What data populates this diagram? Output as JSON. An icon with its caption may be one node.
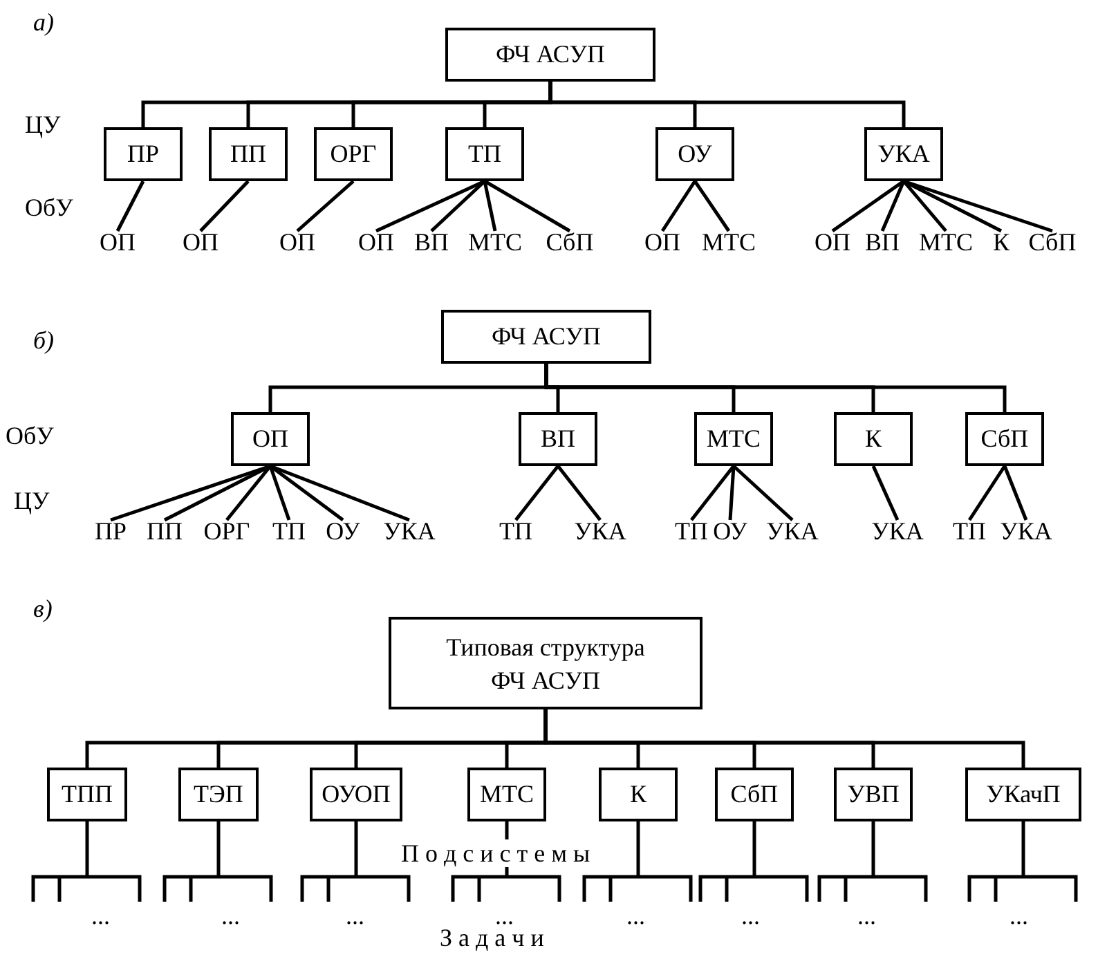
{
  "diagram": {
    "nodes": [
      {
        "text": [
          "ФЧ АСУП"
        ]
      },
      {
        "text": [
          "ПР"
        ]
      },
      {
        "text": [
          "ПП"
        ]
      },
      {
        "text": [
          "ОРГ"
        ]
      },
      {
        "text": [
          "ТП"
        ]
      },
      {
        "text": [
          "ОУ"
        ]
      },
      {
        "text": [
          "УКА"
        ]
      },
      {
        "text": [
          "ОП"
        ]
      },
      {
        "text": [
          "ОП"
        ]
      },
      {
        "text": [
          "ОП"
        ]
      },
      {
        "text": [
          "ОП"
        ]
      },
      {
        "text": [
          "ВП"
        ]
      },
      {
        "text": [
          "МТС"
        ]
      },
      {
        "text": [
          "СбП"
        ]
      },
      {
        "text": [
          "ОП"
        ]
      },
      {
        "text": [
          "МТС"
        ]
      },
      {
        "text": [
          "ОП"
        ]
      },
      {
        "text": [
          "ВП"
        ]
      },
      {
        "text": [
          "МТС"
        ]
      },
      {
        "text": [
          "К"
        ]
      },
      {
        "text": [
          "СбП"
        ]
      },
      {
        "text": [
          "ФЧ АСУП"
        ]
      },
      {
        "text": [
          "ОП"
        ]
      },
      {
        "text": [
          "ВП"
        ]
      },
      {
        "text": [
          "МТС"
        ]
      },
      {
        "text": [
          "К"
        ]
      },
      {
        "text": [
          "СбП"
        ]
      },
      {
        "text": [
          "ПР"
        ]
      },
      {
        "text": [
          "ПП"
        ]
      },
      {
        "text": [
          "ОРГ"
        ]
      },
      {
        "text": [
          "ТП"
        ]
      },
      {
        "text": [
          "ОУ"
        ]
      },
      {
        "text": [
          "УКА"
        ]
      },
      {
        "text": [
          "ТП"
        ]
      },
      {
        "text": [
          "УКА"
        ]
      },
      {
        "text": [
          "ТП"
        ]
      },
      {
        "text": [
          "ОУ"
        ]
      },
      {
        "text": [
          "УКА"
        ]
      },
      {
        "text": [
          "УКА"
        ]
      },
      {
        "text": [
          "ТП"
        ]
      },
      {
        "text": [
          "УКА"
        ]
      },
      {
        "text": [
          "Типовая структура ФЧ АСУП"
        ]
      },
      {
        "text": [
          "ТПП"
        ]
      },
      {
        "text": [
          "ТЭП"
        ]
      },
      {
        "text": [
          "ОУОП"
        ]
      },
      {
        "text": [
          "МТС"
        ]
      },
      {
        "text": [
          "К"
        ]
      },
      {
        "text": [
          "СбП"
        ]
      },
      {
        "text": [
          "УВП"
        ]
      },
      {
        "text": [
          "УКачП"
        ]
      }
    ],
    "edges": [
      {
        "from": 0,
        "to": 1,
        "arrow": "none"
      },
      {
        "from": 0,
        "to": 2,
        "arrow": "none"
      },
      {
        "from": 0,
        "to": 3,
        "arrow": "none"
      },
      {
        "from": 0,
        "to": 4,
        "arrow": "none"
      },
      {
        "from": 0,
        "to": 5,
        "arrow": "none"
      },
      {
        "from": 0,
        "to": 6,
        "arrow": "none"
      },
      {
        "from": 1,
        "to": 7,
        "arrow": "none"
      },
      {
        "from": 2,
        "to": 8,
        "arrow": "none"
      },
      {
        "from": 3,
        "to": 9,
        "arrow": "none"
      },
      {
        "from": 4,
        "to": 10,
        "arrow": "none"
      },
      {
        "from": 4,
        "to": 11,
        "arrow": "none"
      },
      {
        "from": 4,
        "to": 12,
        "arrow": "none"
      },
      {
        "from": 4,
        "to": 13,
        "arrow": "none"
      },
      {
        "from": 5,
        "to": 14,
        "arrow": "none"
      },
      {
        "from": 5,
        "to": 15,
        "arrow": "none"
      },
      {
        "from": 6,
        "to": 16,
        "arrow": "none"
      },
      {
        "from": 6,
        "to": 17,
        "arrow": "none"
      },
      {
        "from": 6,
        "to": 18,
        "arrow": "none"
      },
      {
        "from": 6,
        "to": 19,
        "arrow": "none"
      },
      {
        "from": 6,
        "to": 20,
        "arrow": "none"
      },
      {
        "from": 21,
        "to": 22,
        "arrow": "none"
      },
      {
        "from": 21,
        "to": 23,
        "arrow": "none"
      },
      {
        "from": 21,
        "to": 24,
        "arrow": "none"
      },
      {
        "from": 21,
        "to": 25,
        "arrow": "none"
      },
      {
        "from": 21,
        "to": 26,
        "arrow": "none"
      },
      {
        "from": 22,
        "to": 27,
        "arrow": "none"
      },
      {
        "from": 22,
        "to": 28,
        "arrow": "none"
      },
      {
        "from": 22,
        "to": 29,
        "arrow": "none"
      },
      {
        "from": 22,
        "to": 30,
        "arrow": "none"
      },
      {
        "from": 22,
        "to": 31,
        "arrow": "none"
      },
      {
        "from": 22,
        "to": 32,
        "arrow": "none"
      },
      {
        "from": 23,
        "to": 33,
        "arrow": "none"
      },
      {
        "from": 23,
        "to": 34,
        "arrow": "none"
      },
      {
        "from": 24,
        "to": 35,
        "arrow": "none"
      },
      {
        "from": 24,
        "to": 36,
        "arrow": "none"
      },
      {
        "from": 24,
        "to": 37,
        "arrow": "none"
      },
      {
        "from": 25,
        "to": 38,
        "arrow": "none"
      },
      {
        "from": 26,
        "to": 39,
        "arrow": "none"
      },
      {
        "from": 26,
        "to": 40,
        "arrow": "none"
      },
      {
        "from": 41,
        "to": 42,
        "arrow": "none"
      },
      {
        "from": 41,
        "to": 43,
        "arrow": "none"
      },
      {
        "from": 41,
        "to": 44,
        "arrow": "none"
      },
      {
        "from": 41,
        "to": 45,
        "arrow": "none"
      },
      {
        "from": 41,
        "to": 46,
        "arrow": "none"
      },
      {
        "from": 41,
        "to": 47,
        "arrow": "none"
      },
      {
        "from": 41,
        "to": 48,
        "arrow": "none"
      },
      {
        "from": 41,
        "to": 49,
        "arrow": "none"
      }
    ],
    "labels": [
      "а)",
      "ЦУ",
      "ОбУ",
      "б)",
      "ОбУ",
      "ЦУ",
      "в)",
      "П о д с и с т е м ы",
      "...",
      "...",
      "...",
      "...",
      "...",
      "...",
      "...",
      "...",
      "З а д а ч и"
    ]
  }
}
